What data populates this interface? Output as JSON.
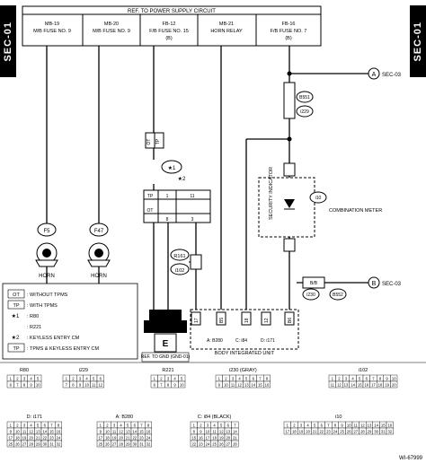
{
  "sec_tab_left": "SEC-01",
  "sec_tab_right": "SEC-01",
  "power_header": "REF. TO POWER SUPPLY CIRCUIT",
  "fuses": [
    {
      "code": "MB-19",
      "name": "M/B FUSE NO. 9",
      "sub": ""
    },
    {
      "code": "MB-20",
      "name": "M/B FUSE NO. 9",
      "sub": ""
    },
    {
      "code": "FB-12",
      "name": "F/B FUSE NO. 15",
      "sub": "(B)"
    },
    {
      "code": "MB-21",
      "name": "HORN RELAY",
      "sub": ""
    },
    {
      "code": "FB-16",
      "name": "F/B FUSE NO. 7",
      "sub": "(B)"
    }
  ],
  "off_refs": [
    {
      "letter": "A",
      "label": "SEC-03"
    },
    {
      "letter": "B",
      "label": "SEC-03"
    }
  ],
  "connector_tags": {
    "b551": "B551",
    "i229": "i229",
    "i10": "i10",
    "r161": "R161",
    "i102": "i102",
    "b10": "B/B",
    "i230": "i230",
    "b552": "B552",
    "f5": "F5",
    "f47": "F47"
  },
  "components": {
    "horn1": "HORN",
    "horn2": "HORN",
    "security_indicator": "SECURITY INDICATOR",
    "combination_meter": "COMBINATION METER",
    "ground_ref": "REF. TO GND (GND-01)",
    "ground_letter": "E",
    "bcu": "BODY INTEGRATED UNIT",
    "bcu_conns": [
      "A: B280",
      "C: i84",
      "D: i171"
    ]
  },
  "legend": [
    {
      "sym": "OT",
      "text": ": WITHOUT TPMS"
    },
    {
      "sym": "TP",
      "text": ": WITH TPMS"
    },
    {
      "sym": "★1",
      "text": ": R80"
    },
    {
      "sym": "",
      "text": ": R221"
    },
    {
      "sym": "★2",
      "text": ": KEYLESS ENTRY CM"
    },
    {
      "sym": "TP",
      "text": ": TPMS & KEYLESS ENTRY CM"
    }
  ],
  "star_labels": {
    "star1": "★1",
    "star2": "★2"
  },
  "pin_labels": [
    "OT",
    "TP",
    "1",
    "2",
    "3",
    "4",
    "5",
    "8",
    "9",
    "10",
    "11",
    "12",
    "16",
    "17",
    "18",
    "B5",
    "B6"
  ],
  "connector_views": [
    {
      "name": "R80",
      "rows": [
        [
          "1",
          "2",
          "3",
          "4",
          "5"
        ],
        [
          "6",
          "7",
          "8",
          "9",
          "10"
        ]
      ]
    },
    {
      "name": "i229",
      "rows": [
        [
          "1",
          "2",
          "3",
          "4",
          "5",
          "6"
        ],
        [
          "7",
          "8",
          "9",
          "10",
          "11",
          "12"
        ]
      ]
    },
    {
      "name": "R221",
      "rows": [
        [
          "1",
          "2",
          "3",
          "4",
          "5"
        ],
        [
          "6",
          "7",
          "8",
          "9",
          "10"
        ]
      ]
    },
    {
      "name": "i230 (GRAY)",
      "rows": [
        [
          "1",
          "2",
          "3",
          "4",
          "5",
          "6",
          "7",
          "8"
        ],
        [
          "9",
          "10",
          "11",
          "12",
          "13",
          "14",
          "15",
          "16"
        ]
      ]
    },
    {
      "name": "i102",
      "rows": [
        [
          "1",
          "2",
          "3",
          "4",
          "5",
          "6",
          "7",
          "8",
          "9",
          "10"
        ],
        [
          "11",
          "12",
          "13",
          "14",
          "15",
          "16",
          "17",
          "18",
          "19",
          "20"
        ]
      ]
    },
    {
      "name": "D: i171",
      "rows": [
        [
          "1",
          "2",
          "3",
          "4",
          "5",
          "6",
          "7",
          "8"
        ],
        [
          "9",
          "10",
          "11",
          "12",
          "13",
          "14",
          "15",
          "16"
        ],
        [
          "17",
          "18",
          "19",
          "20",
          "21",
          "22",
          "23",
          "24"
        ],
        [
          "25",
          "26",
          "27",
          "28",
          "29",
          "30",
          "31",
          "32"
        ]
      ]
    },
    {
      "name": "A: B280",
      "rows": [
        [
          "1",
          "2",
          "3",
          "4",
          "5",
          "6",
          "7",
          "8"
        ],
        [
          "9",
          "10",
          "11",
          "12",
          "13",
          "14",
          "15",
          "16"
        ],
        [
          "17",
          "18",
          "19",
          "20",
          "21",
          "22",
          "23",
          "24"
        ],
        [
          "25",
          "26",
          "27",
          "28",
          "29",
          "30",
          "31",
          "32"
        ]
      ]
    },
    {
      "name": "C: i84 (BLACK)",
      "rows": [
        [
          "1",
          "2",
          "3",
          "4",
          "5",
          "6",
          "7"
        ],
        [
          "8",
          "9",
          "10",
          "11",
          "12",
          "13",
          "14"
        ],
        [
          "15",
          "16",
          "17",
          "18",
          "19",
          "20",
          "21"
        ],
        [
          "22",
          "23",
          "24",
          "25",
          "26",
          "27",
          "28"
        ]
      ]
    },
    {
      "name": "i10",
      "rows": [
        [
          "1",
          "2",
          "3",
          "4",
          "5",
          "6",
          "7",
          "8",
          "9",
          "10",
          "11",
          "12",
          "13",
          "14",
          "15",
          "16"
        ],
        [
          "17",
          "18",
          "19",
          "20",
          "21",
          "22",
          "23",
          "24",
          "25",
          "26",
          "27",
          "28",
          "29",
          "30",
          "31",
          "32"
        ]
      ]
    }
  ],
  "figure_id": "WI-67999"
}
